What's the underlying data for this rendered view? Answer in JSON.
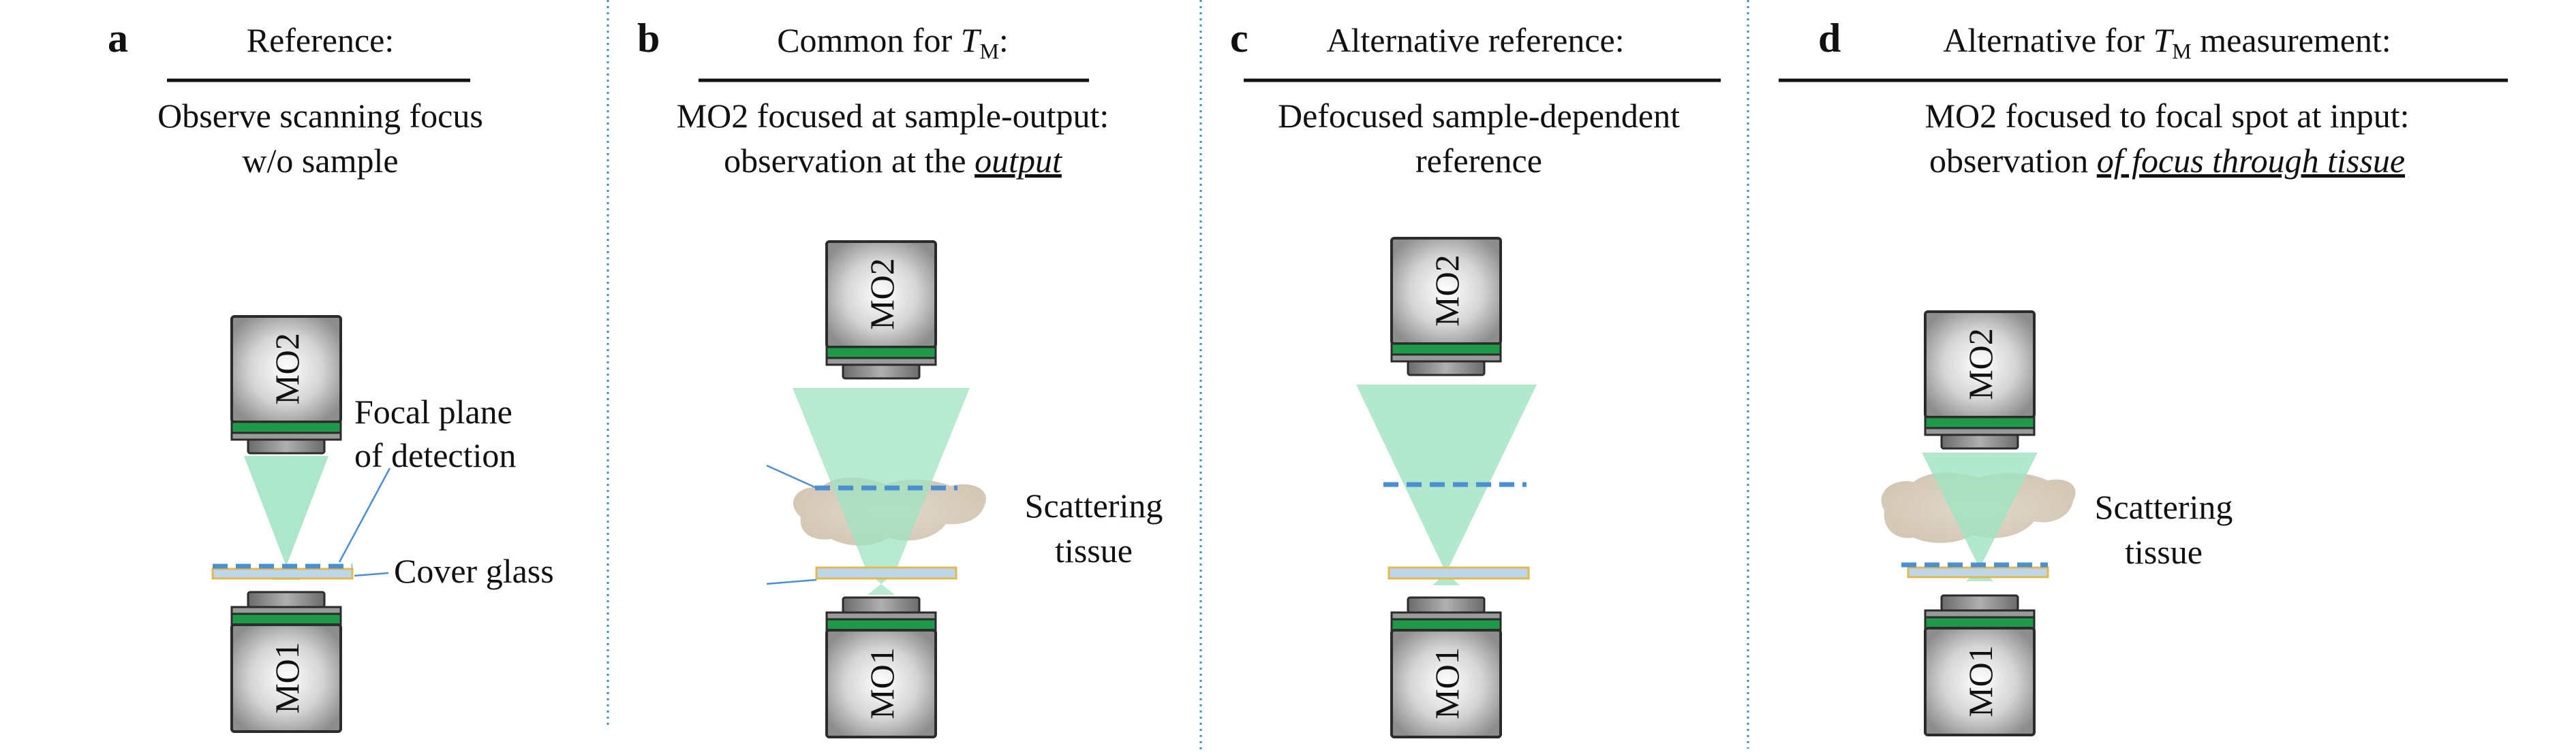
{
  "panels": [
    {
      "letter": "a",
      "heading": "Reference:",
      "lines": [
        "Observe scanning focus",
        "w/o sample"
      ],
      "objectives": {
        "top": "MO2",
        "bottom": "MO1"
      },
      "labels": {
        "focal_plane": [
          "Focal plane",
          "of detection"
        ],
        "cover_glass": "Cover glass"
      }
    },
    {
      "letter": "b",
      "heading_prefix": "Common for ",
      "heading_symbol": "T",
      "heading_subscript": "M",
      "heading_suffix": ":",
      "lines": [
        "MO2 focused at sample-output:"
      ],
      "line2_prefix": "observation at the ",
      "line2_emph": "output",
      "objectives": {
        "top": "MO2",
        "bottom": "MO1"
      },
      "labels": {
        "tissue": [
          "Scattering",
          "tissue"
        ]
      }
    },
    {
      "letter": "c",
      "heading": "Alternative reference:",
      "lines": [
        "Defocused sample-dependent",
        "reference"
      ],
      "objectives": {
        "top": "MO2",
        "bottom": "MO1"
      }
    },
    {
      "letter": "d",
      "heading_prefix": "Alternative for ",
      "heading_symbol": "T",
      "heading_subscript": "M",
      "heading_suffix": " measurement:",
      "lines": [
        "MO2 focused to focal spot at input:"
      ],
      "line2_prefix": "observation ",
      "line2_emph": "of focus through tissue",
      "objectives": {
        "top": "MO2",
        "bottom": "MO1"
      },
      "labels": {
        "tissue": [
          "Scattering",
          "tissue"
        ]
      }
    }
  ],
  "colors": {
    "beam": "#9fe3c2",
    "objective_body": "#a9a9a9",
    "green_band": "#1f9a4a",
    "focal_plane_dash": "#4a8fd1",
    "cover_glass_fill": "#bcd6ec",
    "cover_glass_edge": "#e5b84a",
    "tissue": "#d8cdbd",
    "divider": "#3b8fc2"
  }
}
